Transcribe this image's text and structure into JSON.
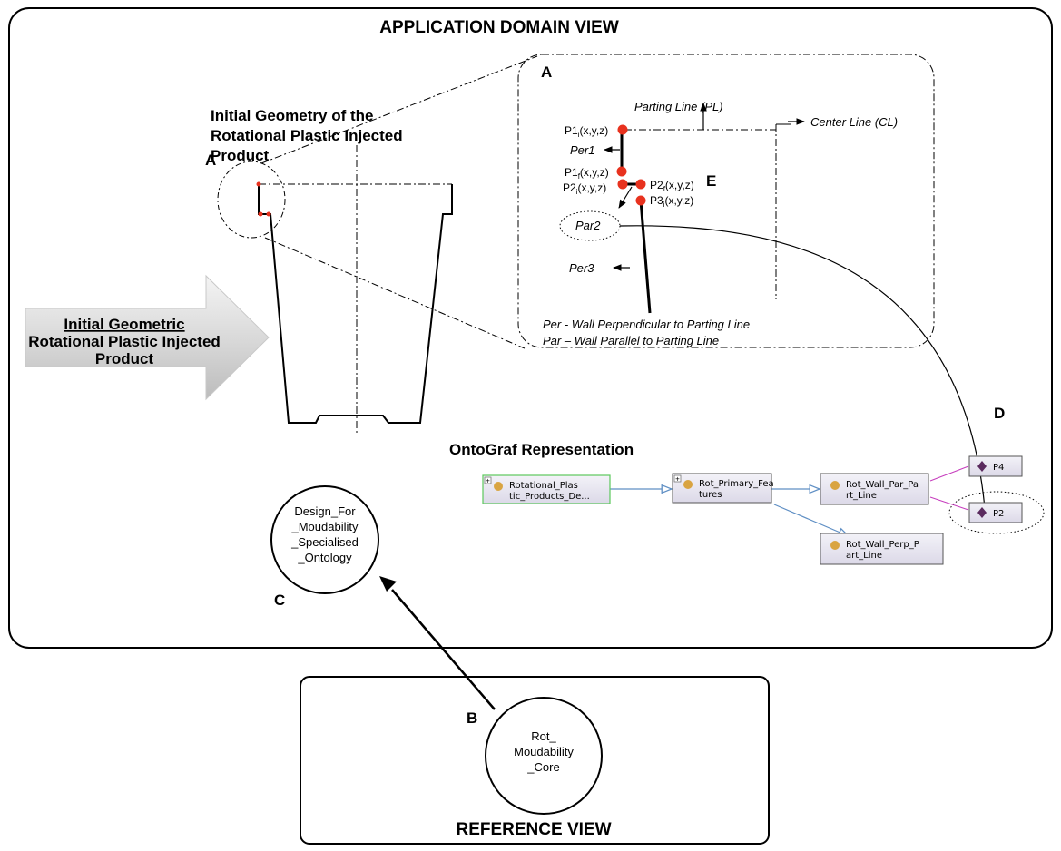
{
  "app_view": {
    "title": "APPLICATION DOMAIN VIEW",
    "initial_geometry_title": [
      "Initial Geometry of the",
      "Rotational Plastic Injected",
      "Product"
    ],
    "label_A_left": "A",
    "arrow_text": {
      "line1": "Initial Geometric",
      "line2": "Rotational Plastic Injected",
      "line3": "Product"
    }
  },
  "detail": {
    "label_A": "A",
    "parting_line": "Parting Line (PL)",
    "center_line": "Center Line (CL)",
    "points": [
      {
        "base": "P1",
        "sub": "i",
        "coords": "(x,y,z)"
      },
      {
        "base": "P1",
        "sub": "f",
        "coords": "(x,y,z)"
      },
      {
        "base": "P2",
        "sub": "i",
        "coords": "(x,y,z)"
      },
      {
        "base": "P2",
        "sub": "f",
        "coords": "(x,y,z)"
      },
      {
        "base": "P3",
        "sub": "i",
        "coords": "(x,y,z)"
      }
    ],
    "label_E": "E",
    "per1": "Per1",
    "par2": "Par2",
    "per3": "Per3",
    "legend_per": "Per - Wall Perpendicular to Parting Line",
    "legend_par": "Par – Wall Parallel to Parting Line"
  },
  "ontograf": {
    "title": "OntoGraf Representation",
    "label_D": "D",
    "nodes": {
      "root": [
        "Rotational_Plas",
        "tic_Products_De..."
      ],
      "primary": [
        "Rot_Primary_Fea",
        "tures"
      ],
      "wall_par": [
        "Rot_Wall_Par_Pa",
        "rt_Line"
      ],
      "wall_perp": [
        "Rot_Wall_Perp_P",
        "art_Line"
      ],
      "p4": "P4",
      "p2": "P2"
    },
    "expand_glyph": "+"
  },
  "ontology": {
    "specialised": [
      "Design_For",
      "_Moudability",
      "_Specialised",
      "_Ontology"
    ],
    "label_C": "C",
    "core": [
      "Rot_",
      "Moudability",
      "_Core"
    ],
    "label_B": "B"
  },
  "reference_view": {
    "title": "REFERENCE VIEW"
  },
  "colors": {
    "point_red": "#e8321e",
    "node_fill": "#e9e7f1",
    "root_border": "#5cc85c",
    "class_dot": "#d9a441",
    "individual_diamond": "#5a2a5e",
    "edge_blue": "#5f8fc4",
    "edge_pink": "#c63dbd"
  }
}
